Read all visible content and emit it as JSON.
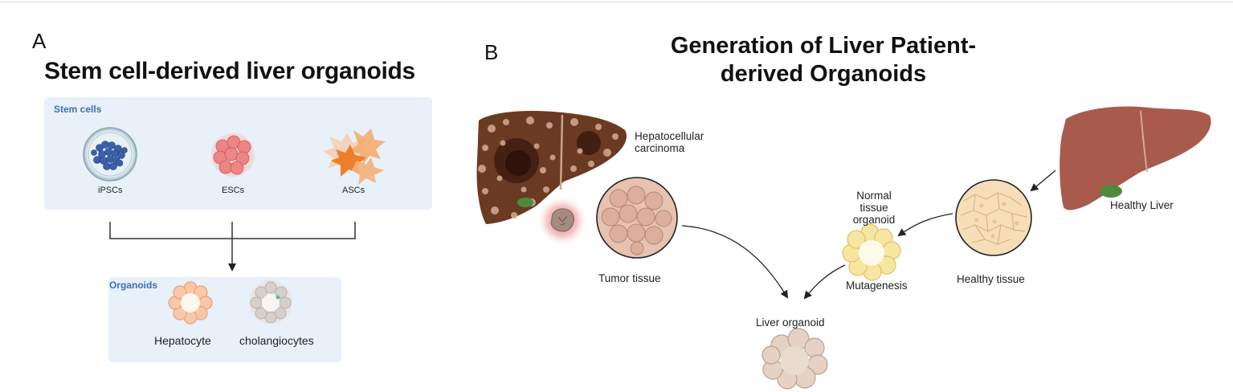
{
  "panel_a": {
    "letter": "A",
    "title": "Stem cell-derived liver organoids",
    "stem_box_label": "Stem cells",
    "stem_cells": [
      "iPSCs",
      "ESCs",
      "ASCs"
    ],
    "organoid_box_label": "Organoids",
    "organoids": [
      "Hepatocyte",
      "cholangiocytes"
    ]
  },
  "panel_b": {
    "letter": "B",
    "title_line1": "Generation of  Liver Patient-",
    "title_line2": "derived Organoids",
    "hcc_label_line1": "Hepatocellular",
    "hcc_label_line2": "carcinoma",
    "tumor_tissue": "Tumor tissue",
    "normal_organoid_line1": "Normal",
    "normal_organoid_line2": "tissue",
    "normal_organoid_line3": "organoid",
    "mutagenesis": "Mutagenesis",
    "healthy_tissue": "Healthy tissue",
    "healthy_liver": "Healthy Liver",
    "liver_organoid": "Liver organoid"
  },
  "colors": {
    "box_fill": "#e8f0fa",
    "box_label": "#3c6fb4",
    "tumor_liver": "#6b3a22",
    "healthy_liver": "#a85a4c",
    "tumor_tissue": "#e8c2b0",
    "healthy_tissue": "#f6deb8",
    "normal_organoid": "#f7e6a0",
    "liver_organoid": "#e6d2c4"
  }
}
